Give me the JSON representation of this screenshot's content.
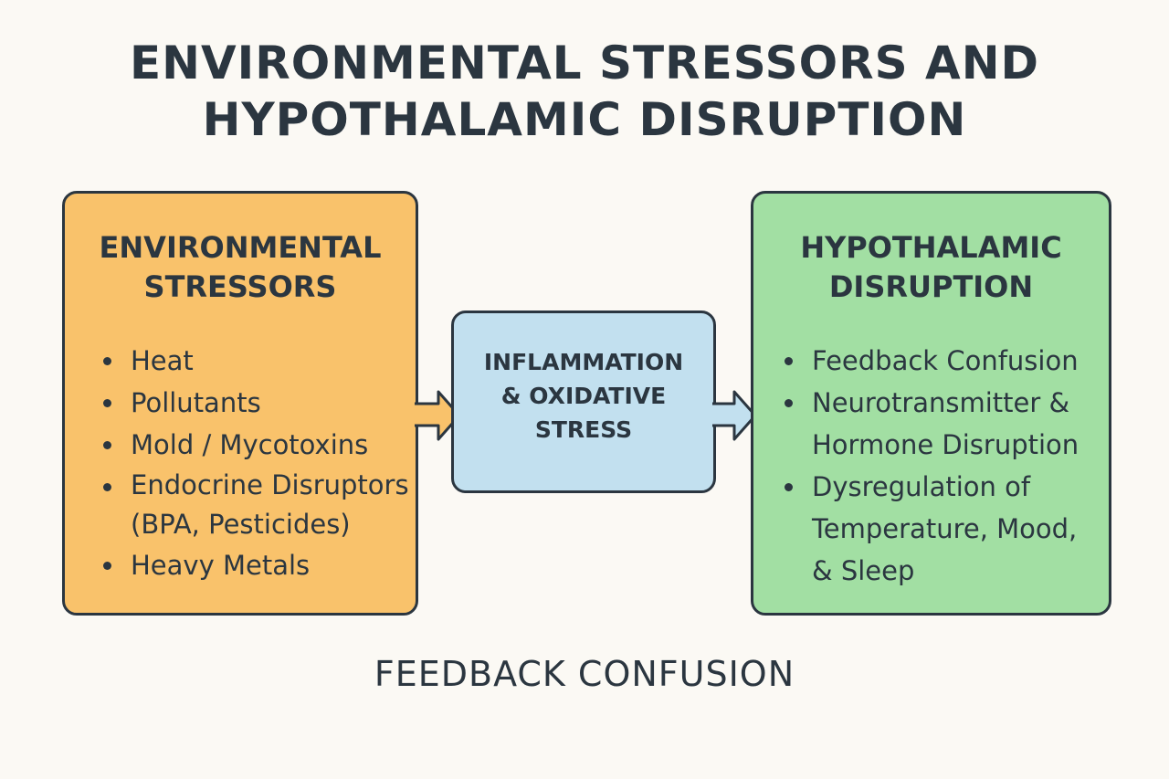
{
  "title": "ENVIRONMENTAL STRESSORS AND\nHYPOTHALAMIC DISRUPTION",
  "title_lines": [
    "ENVIRONMENTAL STRESSORS AND",
    "HYPOTHALAMIC DISRUPTION"
  ],
  "left_box": {
    "heading": [
      "ENVIRONMENTAL",
      "STRESSORS"
    ],
    "items": [
      "Heat",
      "Pollutants",
      "Mold / Mycotoxins",
      "Endocrine Disruptors\n(BPA, Pesticides)",
      "Heavy Metals"
    ]
  },
  "middle_box": {
    "heading": [
      "INFLAMMATION",
      "& OXIDATIVE",
      "STRESS"
    ]
  },
  "right_box": {
    "heading": [
      "HYPOTHALAMIC",
      "DISRUPTION"
    ],
    "items": [
      "Feedback Confusion",
      "Neurotransmitter &\nHormone Disruption",
      "Dysregulation of\nTemperature, Mood,\n& Sleep"
    ]
  },
  "footer": "FEEDBACK CONFUSION",
  "colors": {
    "orange": "#f9c26b",
    "blue": "#c2e0ef",
    "green": "#a2dfa3",
    "ink": "#2b3640",
    "background": "#fbf9f4"
  }
}
